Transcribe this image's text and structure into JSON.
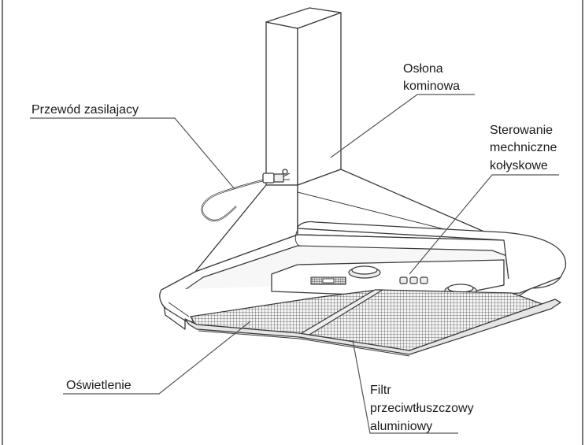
{
  "diagram": {
    "subject": "cooker-hood",
    "labels": {
      "chimney_cover": [
        "Osłona",
        "kominowa"
      ],
      "power_cord": [
        "Przewód zasilajacy"
      ],
      "controls": [
        "Sterowanie",
        "mechniczne",
        "kołyskowe"
      ],
      "lighting": [
        "Oświetlenie"
      ],
      "filter": [
        "Filtr",
        "przeciwtłuszczowy",
        "aluminiowy"
      ]
    }
  }
}
